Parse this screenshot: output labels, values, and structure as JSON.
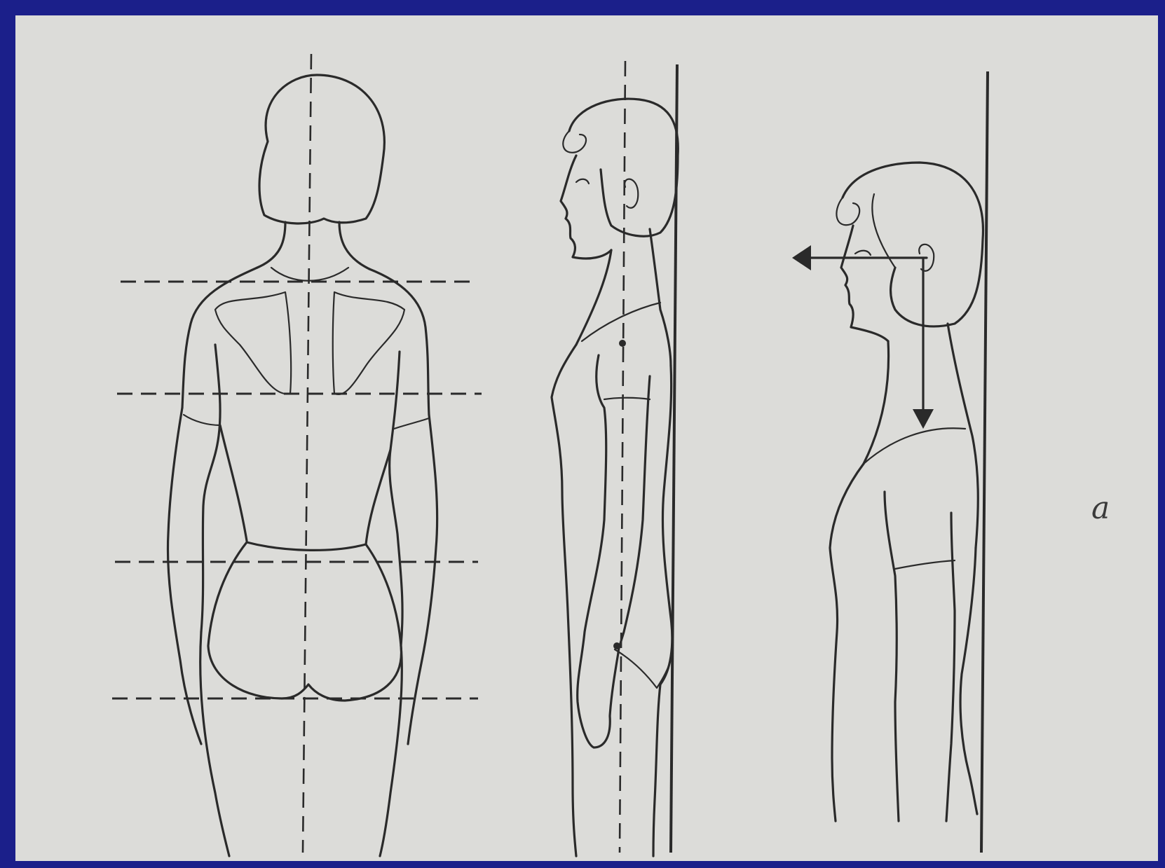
{
  "figure": {
    "panel_label": "а"
  },
  "colors": {
    "frame": "#1b1f8a",
    "paper": "#dcdcd9",
    "ink": "#2a2a2a"
  },
  "figures": [
    {
      "view": "back"
    },
    {
      "view": "side-upright"
    },
    {
      "view": "side-with-head-level-arrows"
    }
  ]
}
